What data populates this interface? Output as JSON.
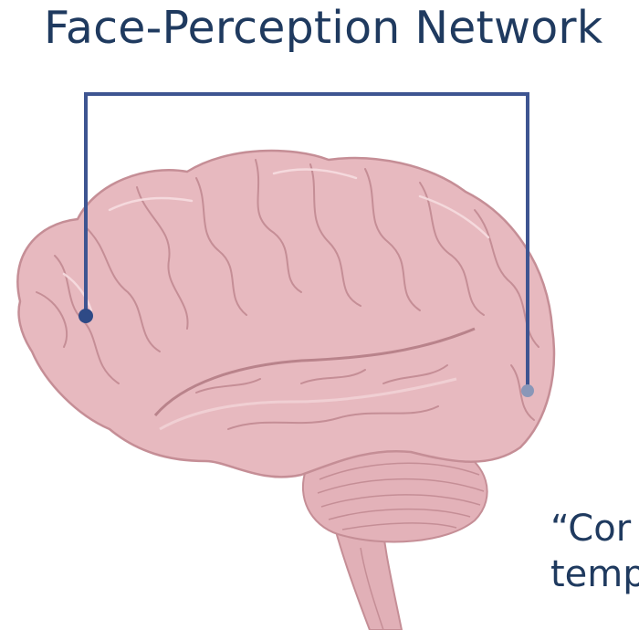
{
  "title": "Face-Perception Network",
  "quote_fragment_line1": "“Cor",
  "quote_fragment_line2": "temp",
  "colors": {
    "title_text": "#1f3a5f",
    "connector_line": "#3e5591",
    "brain_fill": "#e7b9bf",
    "brain_fold": "#c58e96",
    "brain_highlight": "#f6dde0",
    "dot_front": "#2e4a86",
    "dot_back": "#8a97b8"
  }
}
